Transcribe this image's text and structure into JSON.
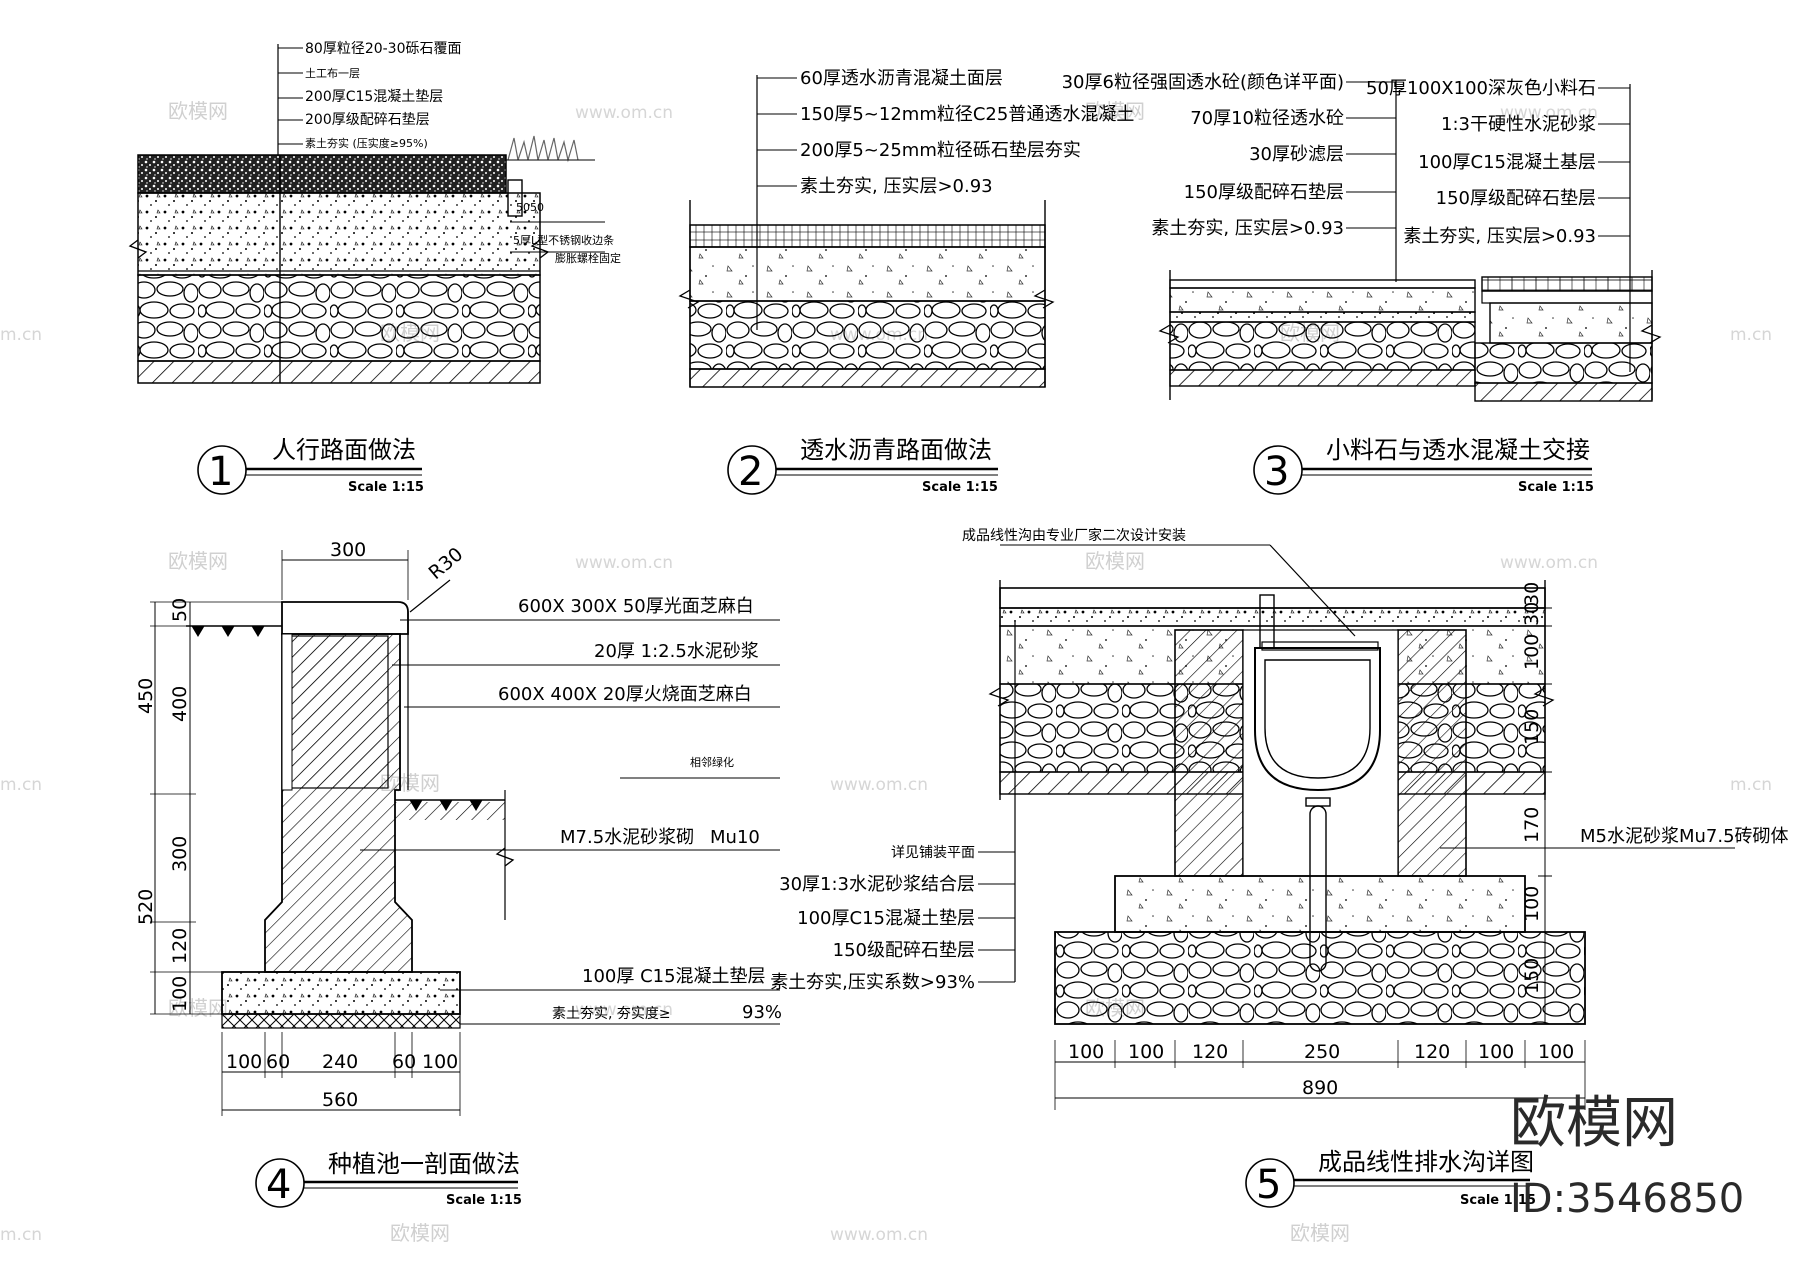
{
  "watermarks": {
    "site": "欧模网",
    "url": "www.om.cn",
    "url_short": "m.cn",
    "brand": "欧模网",
    "id": "ID:3546850"
  },
  "detail1": {
    "number": "1",
    "title": "人行路面做法",
    "scale": "Scale 1:15",
    "labels": [
      "80厚粒径20-30砾石覆面",
      "土工布一层",
      "200厚C15混凝土垫层",
      "200厚级配碎石垫层",
      "素土夯实 (压实度≥95%)"
    ],
    "edge_labels": [
      "5厚L型不锈钢收边条",
      "膨胀螺栓固定"
    ],
    "edge_dims": [
      "50",
      "50"
    ]
  },
  "detail2": {
    "number": "2",
    "title": "透水沥青路面做法",
    "scale": "Scale 1:15",
    "labels": [
      "60厚透水沥青混凝土面层",
      "150厚5~12mm粒径C25普通透水混凝土",
      "200厚5~25mm粒径砾石垫层夯实",
      "素土夯实, 压实层>0.93"
    ]
  },
  "detail3": {
    "number": "3",
    "title": "小料石与透水混凝土交接",
    "scale": "Scale 1:15",
    "labels_left": [
      "30厚6粒径强固透水砼(颜色详平面)",
      "70厚10粒径透水砼",
      "30厚砂滤层",
      "150厚级配碎石垫层",
      "素土夯实, 压实层>0.93"
    ],
    "labels_right": [
      "50厚100X100深灰色小料石",
      "1:3干硬性水泥砂浆",
      "100厚C15混凝土基层",
      "150厚级配碎石垫层",
      "素土夯实, 压实层>0.93"
    ]
  },
  "detail4": {
    "number": "4",
    "title": "种植池一剖面做法",
    "scale": "Scale 1:15",
    "labels": [
      "600X 300X 50厚光面芝麻白",
      "20厚 1:2.5水泥砂浆",
      "600X 400X 20厚火烧面芝麻白",
      "相邻绿化",
      "M7.5水泥砂浆砌",
      "Mu10",
      "100厚 C15混凝土垫层",
      "素土夯实, 夯实度≥",
      "93%"
    ],
    "dims_top": [
      "300",
      "R30"
    ],
    "dims_left": [
      "50",
      "400",
      "450",
      "300",
      "120",
      "520",
      "100"
    ],
    "dims_bottom": [
      "100",
      "60",
      "240",
      "60",
      "100"
    ],
    "dim_total": "560"
  },
  "detail5": {
    "number": "5",
    "title": "成品线性排水沟详图",
    "scale": "Scale 1:15",
    "top_label": "成品线性沟由专业厂家二次设计安装",
    "labels_left": [
      "详见铺装平面",
      "30厚1:3水泥砂浆结合层",
      "100厚C15混凝土垫层",
      "150级配碎石垫层",
      "素土夯实,压实系数>93%"
    ],
    "label_right": "M5水泥砂浆Mu7.5砖砌体",
    "dims_right": [
      "30",
      "30",
      "100",
      "150",
      "170",
      "100",
      "150"
    ],
    "dims_bottom": [
      "100",
      "100",
      "120",
      "250",
      "120",
      "100",
      "100"
    ],
    "dim_total": "890"
  }
}
